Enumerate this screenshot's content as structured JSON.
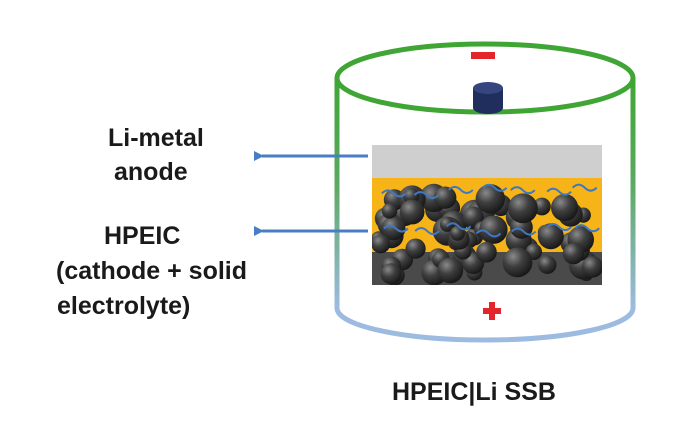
{
  "labels": {
    "anode_line1": "Li-metal",
    "anode_line2": "anode",
    "cathode_line1": "HPEIC",
    "cathode_line2": "(cathode + solid",
    "cathode_line3": "electrolyte)",
    "caption": "HPEIC|Li SSB"
  },
  "terminals": {
    "negative_symbol": "−",
    "positive_symbol": "+"
  },
  "colors": {
    "can_green": "#3fa535",
    "can_blue": "#8fb3d9",
    "negative_red": "#e3262b",
    "positive_red": "#e3262b",
    "terminal_navy": "#1f2e5c",
    "li_metal_gray": "#cfcfcf",
    "electrolyte_yellow": "#f6b418",
    "particle_dark": "#3a3a3a",
    "arrow_blue": "#4a7ec4"
  }
}
